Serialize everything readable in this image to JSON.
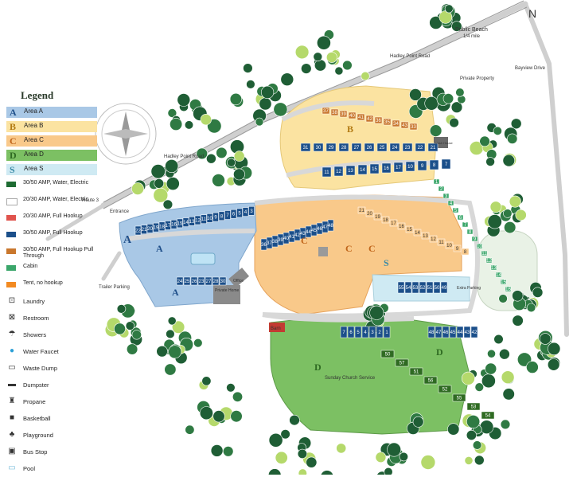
{
  "compass": {
    "north_letter": "N"
  },
  "legend": {
    "title": "Legend",
    "areas": [
      {
        "letter": "A",
        "label": "Area A",
        "fill": "#a9c8e6",
        "letter_color": "#1f4f8a"
      },
      {
        "letter": "B",
        "label": "Area B",
        "fill": "#fbe3a1",
        "letter_color": "#b27a12"
      },
      {
        "letter": "C",
        "label": "Area C",
        "fill": "#f9c98a",
        "letter_color": "#c0651a"
      },
      {
        "letter": "D",
        "label": "Area D",
        "fill": "#7cc063",
        "letter_color": "#2f6b22"
      },
      {
        "letter": "S",
        "label": "Area S",
        "fill": "#cfeaf3",
        "letter_color": "#3a8aa6"
      }
    ],
    "site_types": [
      {
        "label": "30/50 AMP, Water, Electric",
        "color": "#1e6b32"
      },
      {
        "label": "20/30 AMP, Water, Electric",
        "color": "#ffffff"
      },
      {
        "label": "20/30 AMP, Full Hookup",
        "color": "#e0534d"
      },
      {
        "label": "30/50 AMP, Full Hookup",
        "color": "#1b4f8a"
      },
      {
        "label": "30/50 AMP, Full Hookup Pull Through",
        "color": "#c9772d"
      },
      {
        "label": "Cabin",
        "color": "#3aa66a"
      },
      {
        "label": "Tent, no hookup",
        "color": "#f28a21"
      }
    ],
    "amenities": [
      {
        "label": "Laundry",
        "icon": "laundry-icon",
        "glyph": "⊡"
      },
      {
        "label": "Restroom",
        "icon": "restroom-icon",
        "glyph": "⊠"
      },
      {
        "label": "Showers",
        "icon": "shower-icon",
        "glyph": "☂"
      },
      {
        "label": "Water Faucet",
        "icon": "water-drop-icon",
        "glyph": "●"
      },
      {
        "label": "Waste Dump",
        "icon": "waste-dump-icon",
        "glyph": "▭"
      },
      {
        "label": "Dumpster",
        "icon": "dumpster-icon",
        "glyph": "▬"
      },
      {
        "label": "Propane",
        "icon": "propane-icon",
        "glyph": "♜"
      },
      {
        "label": "Basketball",
        "icon": "basketball-icon",
        "glyph": "■"
      },
      {
        "label": "Playground",
        "icon": "playground-icon",
        "glyph": "♣"
      },
      {
        "label": "Bus Stop",
        "icon": "bus-stop-icon",
        "glyph": "▣"
      },
      {
        "label": "Pool",
        "icon": "pool-icon",
        "glyph": "▭"
      }
    ]
  },
  "labels": {
    "public_beach": "Public Beach",
    "public_beach_distance": "1/4 mile",
    "hadley_point_road_top": "Hadley Point Road",
    "hadley_point_road_left": "Hadley Point Road",
    "bayview_drive": "Bayview Drive",
    "private_property": "Private Property",
    "route_3": "Route 3",
    "entrance": "Entrance",
    "trailer_parking": "Trailer Parking",
    "private_home": "Private Home",
    "office": "Office",
    "barn": "Barn",
    "sunday_service": "Sunday Church Service",
    "extra_parking": "Extra Parking",
    "wash_house": "Wash House",
    "area_a_1": "A",
    "area_a_2": "A",
    "area_a_3": "A",
    "area_b": "B",
    "area_c_1": "C",
    "area_c_2": "C",
    "area_c_3": "C",
    "area_d_1": "D",
    "area_d_2": "D",
    "area_s": "S"
  },
  "sites": {
    "a_top_row": [
      "22",
      "21",
      "20",
      "19",
      "18",
      "17",
      "16",
      "15",
      "14",
      "13",
      "12",
      "11",
      "10",
      "9",
      "8",
      "7",
      "6",
      "5",
      "4",
      "3"
    ],
    "a_lower": [
      "24",
      "25",
      "26",
      "23",
      "27",
      "28",
      "30"
    ],
    "b_top": [
      "37",
      "38",
      "39",
      "40",
      "41",
      "42",
      "36",
      "35",
      "34",
      "43",
      "33"
    ],
    "b_mid": [
      "31",
      "30",
      "29",
      "28",
      "27",
      "26",
      "25",
      "24",
      "23",
      "22",
      "21"
    ],
    "b_low": [
      "11",
      "12",
      "13",
      "14",
      "15",
      "16",
      "17",
      "10",
      "9",
      "8",
      "7"
    ],
    "c_inner": [
      "48",
      "47",
      "46",
      "45",
      "44",
      "43",
      "42",
      "41",
      "40",
      "39",
      "38",
      "37",
      "36"
    ],
    "c_outer": [
      "21",
      "20",
      "19",
      "18",
      "17",
      "16",
      "15",
      "14",
      "13",
      "12",
      "11",
      "10",
      "9",
      "8"
    ],
    "s_row": [
      "55",
      "54",
      "53",
      "52",
      "51",
      "50",
      "49"
    ],
    "d_center": [
      "50",
      "57",
      "51",
      "56",
      "52",
      "55",
      "53",
      "54"
    ],
    "d_top": [
      "7",
      "6",
      "5",
      "4",
      "3",
      "2",
      "1"
    ],
    "d_right": [
      "48",
      "47",
      "46",
      "45",
      "44",
      "43",
      "42"
    ],
    "cabins": [
      "1",
      "2",
      "3",
      "4",
      "5",
      "6",
      "7",
      "8",
      "9",
      "10",
      "11",
      "12",
      "13",
      "14",
      "15",
      "16"
    ]
  }
}
